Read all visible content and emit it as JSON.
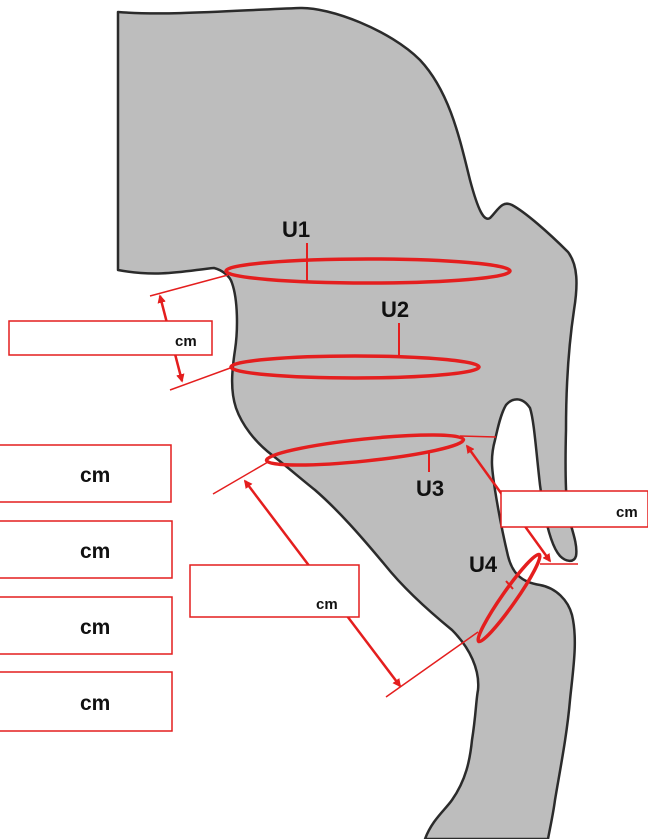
{
  "colors": {
    "leg_fill": "#bdbdbd",
    "leg_outline": "#2b2b2b",
    "annotation": "#e41e1e",
    "text": "#111111"
  },
  "labels": {
    "u1": "U1",
    "u2": "U2",
    "u3": "U3",
    "u4": "U4"
  },
  "boxes": {
    "length_u1_u2_unit": "cm",
    "circumference_1_unit": "cm",
    "circumference_2_unit": "cm",
    "circumference_3_unit": "cm",
    "circumference_4_unit": "cm",
    "length_u3_u4_front_unit": "cm",
    "length_u3_u4_back_unit": "cm"
  }
}
